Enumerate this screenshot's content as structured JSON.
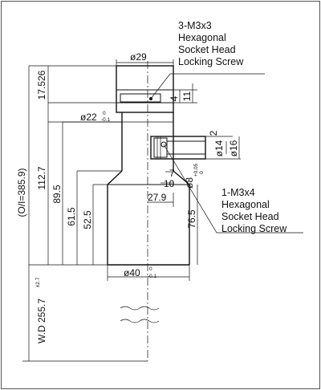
{
  "callouts": {
    "top_screw": {
      "line1": "3-M3x3",
      "line2": "Hexagonal",
      "line3": "Socket Head",
      "line4": "Locking Screw"
    },
    "side_screw": {
      "line1": "1-M3x4",
      "line2": "Hexagonal",
      "line3": "Socket Head",
      "line4": "Locking Screw"
    }
  },
  "dimensions": {
    "d29": "ø29",
    "d22": "ø22",
    "d22_tol_up": "0",
    "d22_tol_low": "-0.1",
    "d40": "ø40",
    "d40_tol_up": "0",
    "d40_tol_low": "-0.1",
    "d14": "ø14",
    "d16": "ø16",
    "d8": "ø8",
    "d8_tol_up": "+0.05",
    "d8_tol_low": "0",
    "v4": "4",
    "v11": "11",
    "v2": "2",
    "v7": "7",
    "v10": "10",
    "v27_9": "27.9",
    "v17_526": "17.526",
    "v112_7": "112.7",
    "v89_5": "89.5",
    "v61_5": "61.5",
    "v52_5": "52.5",
    "v76_5": "76.5",
    "oi": "(O/I=385.9)",
    "wd": "W.D 255.7",
    "wd_tol": "±2.7"
  }
}
